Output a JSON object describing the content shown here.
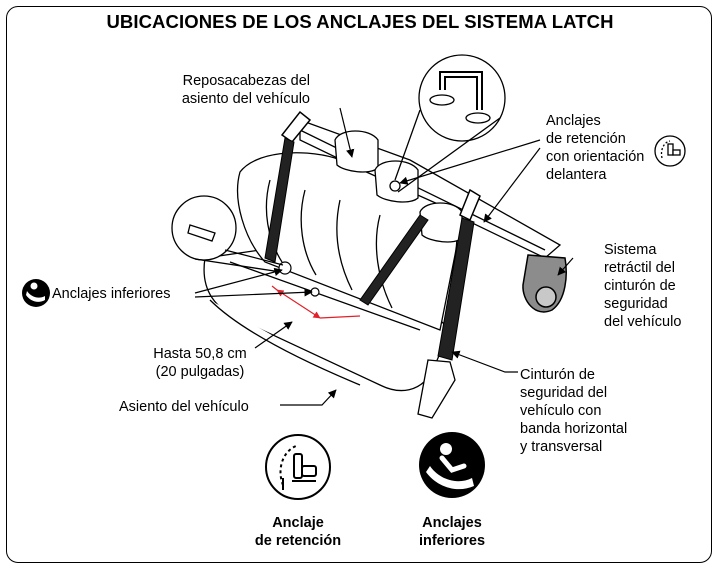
{
  "title": "UBICACIONES DE LOS ANCLAJES DEL SISTEMA LATCH",
  "labels": {
    "headrest": [
      "Reposacabezas del",
      "asiento del vehículo"
    ],
    "tether_anchors": [
      "Anclajes",
      "de retención",
      "con orientación",
      "delantera"
    ],
    "lower_anchors": "Anclajes inferiores",
    "retractor": [
      "Sistema",
      "retráctil del",
      "cinturón de",
      "seguridad",
      "del vehículo"
    ],
    "distance": [
      "Hasta 50,8 cm",
      "(20 pulgadas)"
    ],
    "seat": "Asiento del vehículo",
    "seatbelt": [
      "Cinturón de",
      "seguridad del",
      "vehículo con",
      "banda horizontal",
      "y transversal"
    ]
  },
  "legend": [
    {
      "icon": "tether-anchor-icon",
      "label": [
        "Anclaje",
        "de retención"
      ]
    },
    {
      "icon": "lower-anchors-icon",
      "label": [
        "Anclajes",
        "inferiores"
      ]
    }
  ],
  "colors": {
    "measure_line": "#e0202a",
    "retractor_fill": "#8c8c8c",
    "ink": "#000000"
  }
}
